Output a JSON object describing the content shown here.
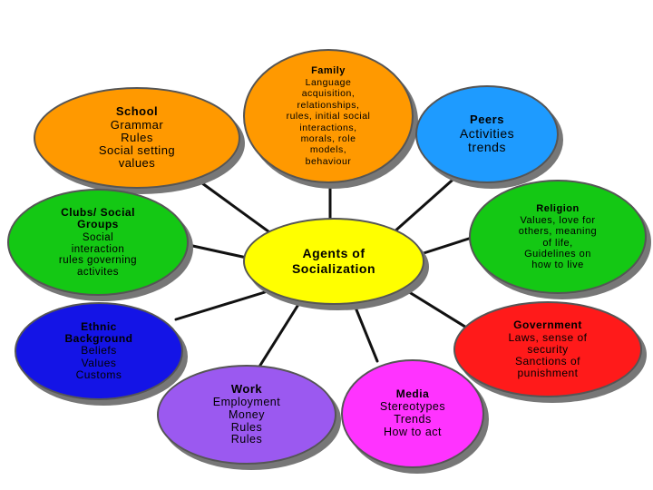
{
  "center": {
    "title_lines": [
      "Agents of",
      "Socialization"
    ]
  },
  "family": {
    "title": "Family",
    "lines": [
      "Language",
      "acquisition,",
      "relationships,",
      "rules, initial social",
      "interactions,",
      "morals, role",
      "models,",
      "behaviour"
    ]
  },
  "school": {
    "title": "School",
    "lines": [
      "Grammar",
      "Rules",
      "Social setting",
      "values"
    ]
  },
  "peers": {
    "title": "Peers",
    "lines": [
      "Activities",
      "trends"
    ]
  },
  "clubs": {
    "title_lines": [
      "Clubs/ Social",
      "Groups"
    ],
    "lines": [
      "Social",
      "interaction",
      "rules governing",
      "activites"
    ]
  },
  "religion": {
    "title": "Religion",
    "lines": [
      "Values, love for",
      "others, meaning",
      "of life,",
      "Guidelines on",
      "how to live"
    ]
  },
  "ethnic": {
    "title_lines": [
      "Ethnic",
      "Background"
    ],
    "lines": [
      "Beliefs",
      "Values",
      "Customs"
    ]
  },
  "government": {
    "title": "Government",
    "lines": [
      "Laws, sense of",
      "security",
      "Sanctions of",
      "punishment"
    ]
  },
  "work": {
    "title": "Work",
    "lines": [
      "Employment",
      "Money",
      "Rules",
      "Rules"
    ]
  },
  "media": {
    "title": "Media",
    "lines": [
      "Stereotypes",
      "Trends",
      "How to act"
    ]
  },
  "colors": {
    "center": "#ffff00",
    "orange": "#ff9900",
    "blue": "#1e9bff",
    "green": "#14c814",
    "dark_blue": "#1414e6",
    "red": "#ff1a1a",
    "purple": "#9b59f0",
    "magenta": "#ff33ff",
    "connector": "#111111"
  }
}
